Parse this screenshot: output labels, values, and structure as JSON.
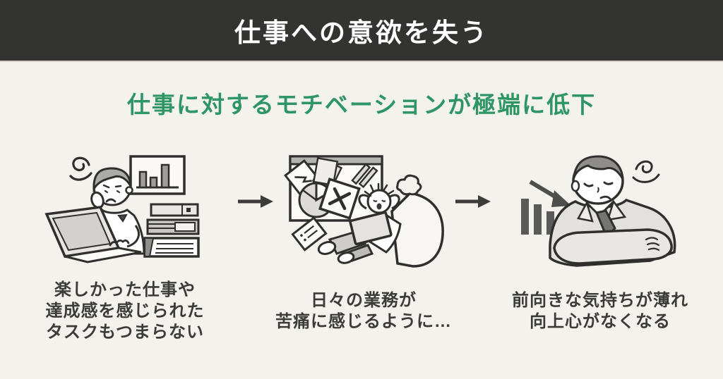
{
  "header": {
    "title": "仕事への意欲を失う"
  },
  "subtitle": {
    "text": "仕事に対するモチベーションが極端に低下"
  },
  "flow": {
    "arrow_icon": "→",
    "steps": [
      {
        "illustration": "frustrated-worker-at-laptop-with-chart-and-books",
        "caption_lines": [
          "楽しかった仕事や",
          "達成感を感じられた",
          "タスクもつまらない"
        ]
      },
      {
        "illustration": "overwhelmed-worker-leaning-back-failed-tasks-board",
        "caption_lines": [
          "日々の業務が",
          "苦痛に感じるように…"
        ]
      },
      {
        "illustration": "dejected-businessman-with-declining-bar-chart",
        "caption_lines": [
          "前向きな気持ちが薄れ",
          "向上心がなくなる"
        ]
      }
    ]
  },
  "colors": {
    "page-bg": "#f4f2ec",
    "header-bg": "#333331",
    "header-text": "#ffffff",
    "accent-green": "#2e9566",
    "caption-text": "#3b3b39",
    "arrow": "#3c3c3a",
    "line": "#2f2f2d",
    "fill-light": "#e7e5e1",
    "fill-mid": "#ababa9",
    "fill-dark": "#5a5a58"
  }
}
